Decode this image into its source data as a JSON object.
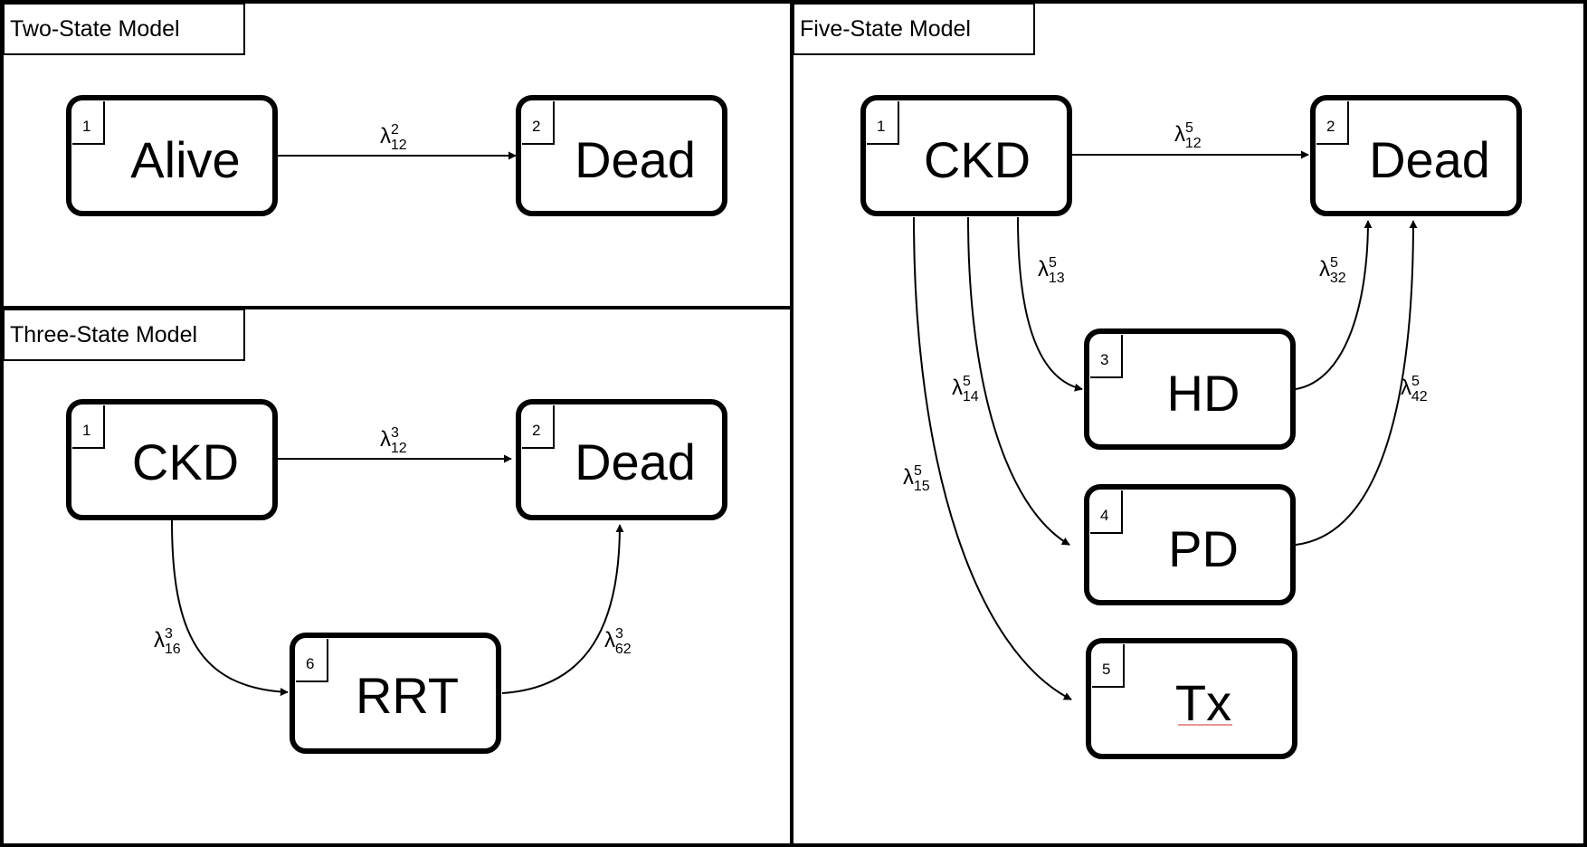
{
  "panels": {
    "two_state": {
      "title": "Two-State Model",
      "states": [
        {
          "num": "1",
          "label": "Alive"
        },
        {
          "num": "2",
          "label": "Dead"
        }
      ],
      "transitions": [
        {
          "symbol": "λ",
          "sup": "2",
          "sub": "12"
        }
      ]
    },
    "three_state": {
      "title": "Three-State Model",
      "states": [
        {
          "num": "1",
          "label": "CKD"
        },
        {
          "num": "2",
          "label": "Dead"
        },
        {
          "num": "6",
          "label": "RRT"
        }
      ],
      "transitions": [
        {
          "symbol": "λ",
          "sup": "3",
          "sub": "12"
        },
        {
          "symbol": "λ",
          "sup": "3",
          "sub": "16"
        },
        {
          "symbol": "λ",
          "sup": "3",
          "sub": "62"
        }
      ]
    },
    "five_state": {
      "title": "Five-State Model",
      "states": [
        {
          "num": "1",
          "label": "CKD"
        },
        {
          "num": "2",
          "label": "Dead"
        },
        {
          "num": "3",
          "label": "HD"
        },
        {
          "num": "4",
          "label": "PD"
        },
        {
          "num": "5",
          "label": "Tx"
        }
      ],
      "transitions": [
        {
          "symbol": "λ",
          "sup": "5",
          "sub": "12"
        },
        {
          "symbol": "λ",
          "sup": "5",
          "sub": "13"
        },
        {
          "symbol": "λ",
          "sup": "5",
          "sub": "14"
        },
        {
          "symbol": "λ",
          "sup": "5",
          "sub": "15"
        },
        {
          "symbol": "λ",
          "sup": "5",
          "sub": "32"
        },
        {
          "symbol": "λ",
          "sup": "5",
          "sub": "42"
        }
      ]
    }
  },
  "colors": {
    "line": "#000000",
    "background": "#ffffff",
    "spellcheck_underline": "#e07070"
  }
}
